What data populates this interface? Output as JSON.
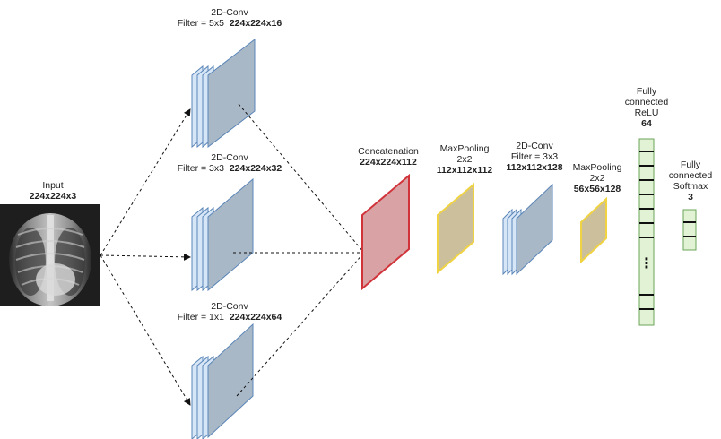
{
  "input": {
    "label": "Input",
    "shape": "224x224x3"
  },
  "conv5": {
    "title": "2D-Conv",
    "filter": "Filter = 5x5",
    "shape": "224x224x16"
  },
  "conv3": {
    "title": "2D-Conv",
    "filter": "Filter = 3x3",
    "shape": "224x224x32"
  },
  "conv1": {
    "title": "2D-Conv",
    "filter": "Filter = 1x1",
    "shape": "224x224x64"
  },
  "concat": {
    "title": "Concatenation",
    "shape": "224x224x112"
  },
  "pool1": {
    "title": "MaxPooling",
    "size": "2x2",
    "shape": "112x112x112"
  },
  "conv_b": {
    "title": "2D-Conv",
    "filter": "Filter = 3x3",
    "shape": "112x112x128"
  },
  "pool2": {
    "title": "MaxPooling",
    "size": "2x2",
    "shape": "56x56x128"
  },
  "fc_relu": {
    "line1": "Fully",
    "line2": "connected",
    "line3": "ReLU",
    "units": "64",
    "ellipsis": "⋮"
  },
  "fc_softmax": {
    "line1": "Fully",
    "line2": "connected",
    "line3": "Softmax",
    "units": "3"
  },
  "colors": {
    "conv_front": "#a9b8c7",
    "conv_layer": "#d6e6f6",
    "conv_border": "#5b86b8",
    "concat_fill": "#d9a3a5",
    "concat_border": "#d0343a",
    "pool_fill": "#cbbf9c",
    "pool_border": "#f0d343",
    "fc_fill": "#e2f2d4",
    "fc_border": "#6aa45a"
  }
}
